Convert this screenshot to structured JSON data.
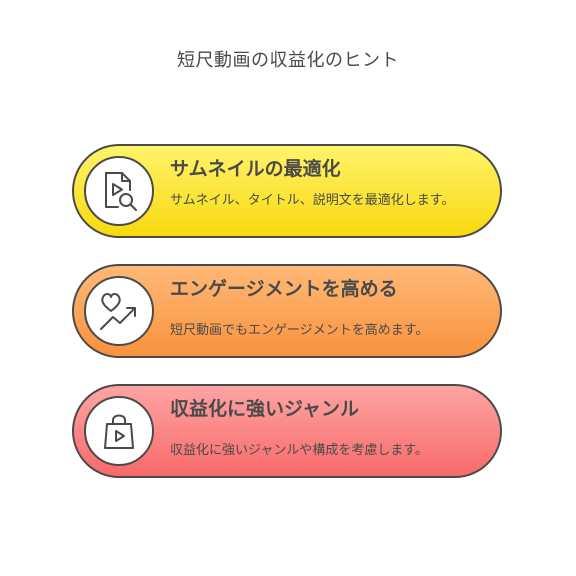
{
  "title": "短尺動画の収益化のヒント",
  "cards": [
    {
      "title": "サムネイルの最適化",
      "description": "サムネイル、タイトル、説明文を最適化します。",
      "icon": "video-file-search-icon",
      "color": "#f8d90e"
    },
    {
      "title": "エンゲージメントを高める",
      "description": "短尺動画でもエンゲージメントを高めます。",
      "icon": "heart-trend-up-icon",
      "color": "#f9923e"
    },
    {
      "title": "収益化に強いジャンル",
      "description": "収益化に強いジャンルや構成を考慮します。",
      "icon": "shopping-bag-play-icon",
      "color": "#f76a6a"
    }
  ]
}
